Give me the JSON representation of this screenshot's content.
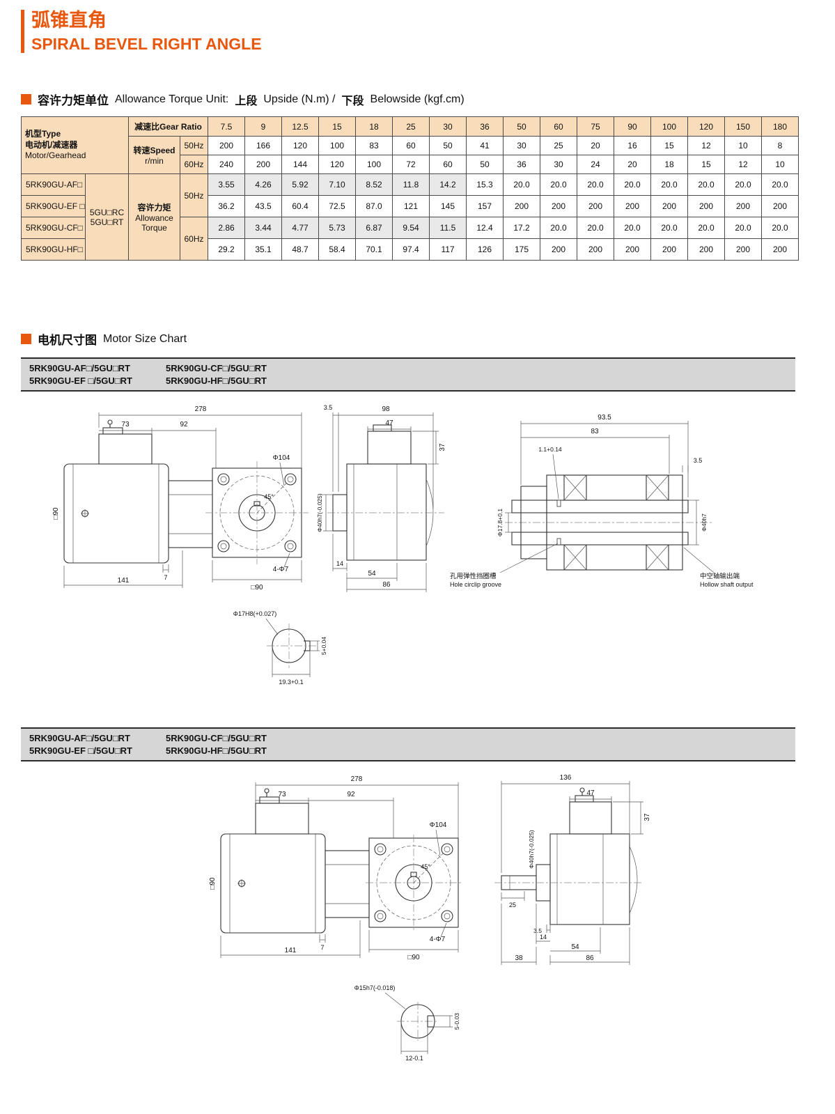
{
  "page": {
    "title_cn": "弧锥直角",
    "title_en": "SPIRAL BEVEL RIGHT ANGLE"
  },
  "colors": {
    "accent": "#e8570e",
    "table_header_bg": "#f9ddba",
    "row_shade": "#e9e9e9",
    "bar_bg": "#d6d6d6"
  },
  "torque_heading": {
    "cn": "容许力矩单位",
    "en": "Allowance Torque Unit:",
    "up_cn": "上段",
    "up_en": "Upside (N.m) /",
    "dn_cn": "下段",
    "dn_en": "Belowside (kgf.cm)"
  },
  "table": {
    "corner": {
      "line1": "机型Type",
      "line2": "电动机/减速器",
      "line3": "Motor/Gearhead"
    },
    "gear_ratio_label": "减速比Gear Ratio",
    "speed_label": {
      "line1": "转速Speed",
      "line2": "r/min"
    },
    "hz50": "50Hz",
    "hz60": "60Hz",
    "ratios": [
      "7.5",
      "9",
      "12.5",
      "15",
      "18",
      "25",
      "30",
      "36",
      "50",
      "60",
      "75",
      "90",
      "100",
      "120",
      "150",
      "180"
    ],
    "speed50": [
      "200",
      "166",
      "120",
      "100",
      "83",
      "60",
      "50",
      "41",
      "30",
      "25",
      "20",
      "16",
      "15",
      "12",
      "10",
      "8"
    ],
    "speed60": [
      "240",
      "200",
      "144",
      "120",
      "100",
      "72",
      "60",
      "50",
      "36",
      "30",
      "24",
      "20",
      "18",
      "15",
      "12",
      "10"
    ],
    "models": [
      "5RK90GU-AF□",
      "5RK90GU-EF □",
      "5RK90GU-CF□",
      "5RK90GU-HF□"
    ],
    "gearhead": {
      "line1": "5GU□RC",
      "line2": "5GU□RT"
    },
    "allowance": {
      "line1": "容许力矩",
      "line2": "Allowance",
      "line3": "Torque"
    },
    "t50nm": [
      "3.55",
      "4.26",
      "5.92",
      "7.10",
      "8.52",
      "11.8",
      "14.2",
      "15.3",
      "20.0",
      "20.0",
      "20.0",
      "20.0",
      "20.0",
      "20.0",
      "20.0",
      "20.0"
    ],
    "t50kg": [
      "36.2",
      "43.5",
      "60.4",
      "72.5",
      "87.0",
      "121",
      "145",
      "157",
      "200",
      "200",
      "200",
      "200",
      "200",
      "200",
      "200",
      "200"
    ],
    "t60nm": [
      "2.86",
      "3.44",
      "4.77",
      "5.73",
      "6.87",
      "9.54",
      "11.5",
      "12.4",
      "17.2",
      "20.0",
      "20.0",
      "20.0",
      "20.0",
      "20.0",
      "20.0",
      "20.0"
    ],
    "t60kg": [
      "29.2",
      "35.1",
      "48.7",
      "58.4",
      "70.1",
      "97.4",
      "117",
      "126",
      "175",
      "200",
      "200",
      "200",
      "200",
      "200",
      "200",
      "200"
    ]
  },
  "size_heading": {
    "cn": "电机尺寸图",
    "en": "Motor Size Chart"
  },
  "model_bar": {
    "r1c1": "5RK90GU-AF□/5GU□RT",
    "r1c2": "5RK90GU-CF□/5GU□RT",
    "r2c1": "5RK90GU-EF □/5GU□RT",
    "r2c2": "5RK90GU-HF□/5GU□RT"
  },
  "drawing1": {
    "front": {
      "dim278": "278",
      "dim73": "73",
      "dim92": "92",
      "phi104": "Φ104",
      "sq90_side": "□90",
      "angle": "45°",
      "dim7": "7",
      "dim141": "141",
      "holes": "4-Φ7",
      "sq90_bottom": "□90"
    },
    "side": {
      "dim35": "3.5",
      "dim98": "98",
      "dim47": "47",
      "dim37": "37",
      "shaft": "Φ40h7(-0.025)",
      "dim14": "14",
      "dim54": "54",
      "dim86": "86"
    },
    "section": {
      "dim935": "93.5",
      "dim83": "83",
      "dim11": "1.1+0.14",
      "dim35": "3.5",
      "bore": "Φ17.8+0.1",
      "shaft": "Φ40h7",
      "note1_cn": "孔用弹性挡圈槽",
      "note1_en": "Hole circlip groove",
      "note2_cn": "中空轴输出端",
      "note2_en": "Hollow shaft output"
    },
    "detail": {
      "phi": "Φ17H8(+0.027)",
      "dim5": "5+0.04",
      "dim19": "19.3+0.1"
    }
  },
  "drawing2": {
    "front": {
      "dim278": "278",
      "dim73": "73",
      "dim92": "92",
      "phi104": "Φ104",
      "sq90_side": "□90",
      "angle": "45°",
      "dim7": "7",
      "dim141": "141",
      "holes": "4-Φ7",
      "sq90_bottom": "□90"
    },
    "side": {
      "dim136": "136",
      "dim47": "47",
      "dim37": "37",
      "shaft": "Φ40h7(-0.025)",
      "dim25": "25",
      "dim35": "3.5",
      "dim14": "14",
      "dim54": "54",
      "dim38": "38",
      "dim86": "86"
    },
    "detail": {
      "phi": "Φ15h7(-0.018)",
      "dim5": "5-0.03",
      "dim12": "12-0.1"
    }
  }
}
